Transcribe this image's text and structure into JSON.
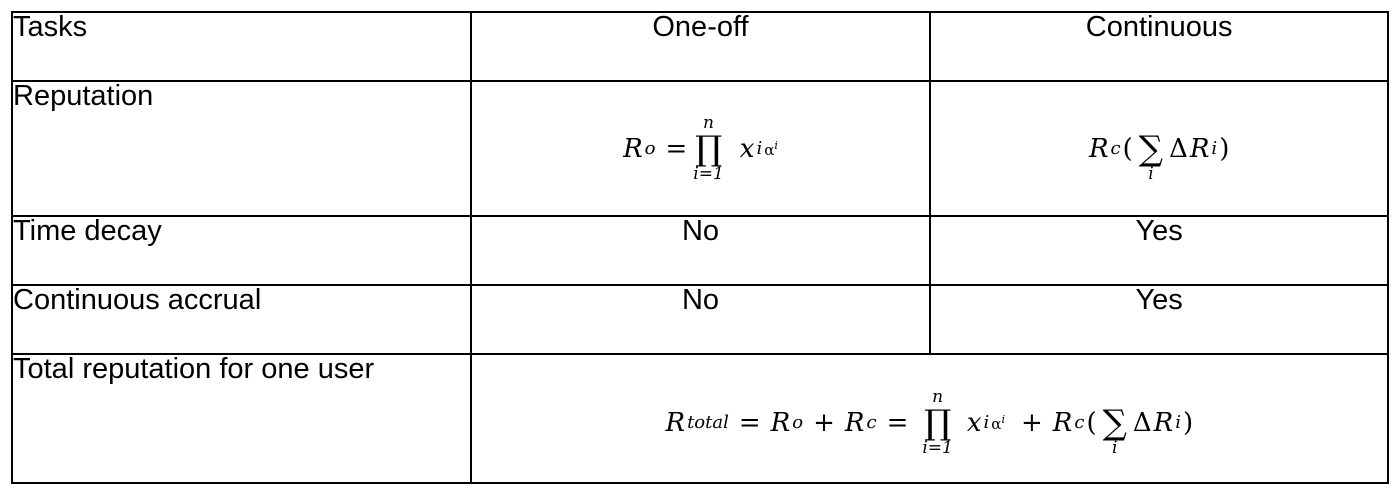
{
  "table": {
    "header": {
      "tasks": "Tasks",
      "one_off": "One-off",
      "continuous": "Continuous"
    },
    "rows": [
      {
        "label": "Reputation"
      },
      {
        "label": "Time decay",
        "one_off": "No",
        "continuous": "Yes"
      },
      {
        "label": "Continuous accrual",
        "one_off": "No",
        "continuous": "Yes"
      },
      {
        "label": "Total reputation for one user"
      }
    ]
  },
  "formulas": {
    "one_off": {
      "lhs": "R",
      "lhs_sub": "o",
      "eq": "=",
      "op": "∏",
      "upper": "n",
      "lower": "i=1",
      "base": "x",
      "base_sub": "i",
      "exp": "α",
      "exp_sub": "i"
    },
    "continuous": {
      "lhs": "R",
      "lhs_sub": "c",
      "open": "(",
      "op": "∑",
      "lower": "i",
      "delta": "Δ",
      "term": "R",
      "term_sub": "i",
      "close": ")"
    },
    "total": {
      "lhs": "R",
      "lhs_sub": "total",
      "eq1": "=",
      "a": "R",
      "a_sub": "o",
      "plus1": "+",
      "b": "R",
      "b_sub": "c",
      "eq2": "=",
      "prod_op": "∏",
      "prod_upper": "n",
      "prod_lower": "i=1",
      "base": "x",
      "base_sub": "i",
      "exp": "α",
      "exp_sub": "i",
      "plus2": "+",
      "c": "R",
      "c_sub": "c",
      "open": "(",
      "sum_op": "∑",
      "sum_lower": "i",
      "delta": "Δ",
      "term": "R",
      "term_sub": "i",
      "close": ")"
    }
  }
}
